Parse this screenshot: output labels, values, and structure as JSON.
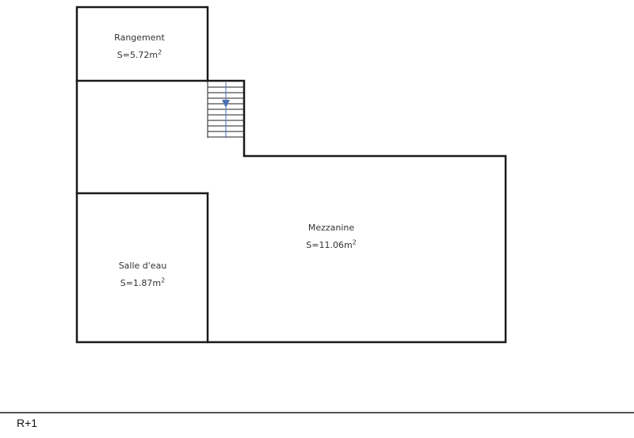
{
  "plan": {
    "wall_color": "#1a1a1a",
    "stair_arrow_color": "#4a6fb5",
    "stair_line_color": "#222222",
    "rooms": [
      {
        "name": "Rangement",
        "area": "S=5.72m",
        "unit_sup": "2"
      },
      {
        "name": "Mezzanine",
        "area": "S=11.06m",
        "unit_sup": "2"
      },
      {
        "name": "Salle d'eau",
        "area": "S=1.87m",
        "unit_sup": "2"
      }
    ],
    "stair": {
      "direction": "down",
      "icon": "arrow-down-icon"
    }
  },
  "footer": {
    "level": "R+1"
  }
}
